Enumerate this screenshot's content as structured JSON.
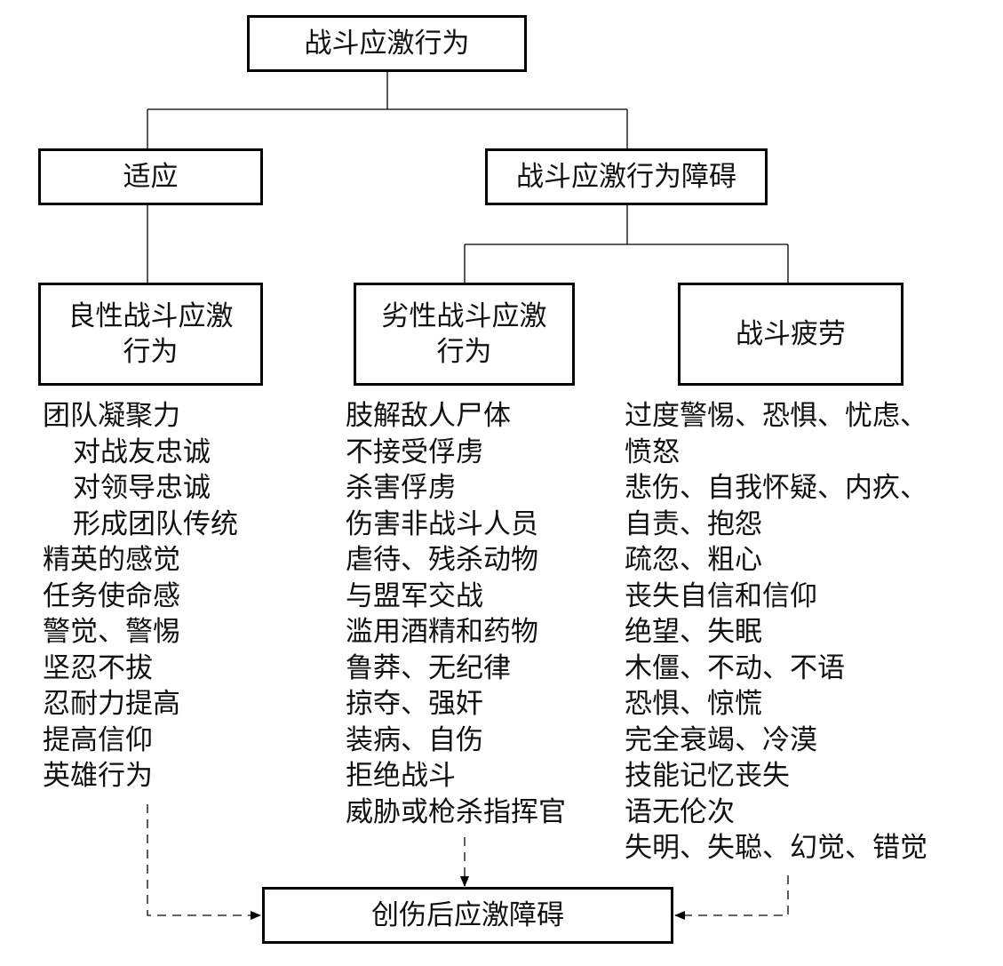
{
  "diagram": {
    "root": {
      "label": "战斗应激行为"
    },
    "level2": [
      {
        "id": "adaptation",
        "label": "适应"
      },
      {
        "id": "disorder",
        "label": "战斗应激行为障碍"
      }
    ],
    "level3": [
      {
        "id": "benign",
        "label": "良性战斗应激\n行为"
      },
      {
        "id": "malignant",
        "label": "劣性战斗应激\n行为"
      },
      {
        "id": "fatigue",
        "label": "战斗疲劳"
      }
    ],
    "lists": {
      "benign": [
        {
          "text": "团队凝聚力",
          "indent": false
        },
        {
          "text": "对战友忠诚",
          "indent": true
        },
        {
          "text": "对领导忠诚",
          "indent": true
        },
        {
          "text": "形成团队传统",
          "indent": true
        },
        {
          "text": "精英的感觉",
          "indent": false
        },
        {
          "text": "任务使命感",
          "indent": false
        },
        {
          "text": "警觉、警惕",
          "indent": false
        },
        {
          "text": "坚忍不拔",
          "indent": false
        },
        {
          "text": "忍耐力提高",
          "indent": false
        },
        {
          "text": "提高信仰",
          "indent": false
        },
        {
          "text": "英雄行为",
          "indent": false
        }
      ],
      "malignant": [
        {
          "text": "肢解敌人尸体"
        },
        {
          "text": "不接受俘虏"
        },
        {
          "text": "杀害俘虏"
        },
        {
          "text": "伤害非战斗人员"
        },
        {
          "text": "虐待、残杀动物"
        },
        {
          "text": "与盟军交战"
        },
        {
          "text": "滥用酒精和药物"
        },
        {
          "text": "鲁莽、无纪律"
        },
        {
          "text": "掠夺、强奸"
        },
        {
          "text": "装病、自伤"
        },
        {
          "text": "拒绝战斗"
        },
        {
          "text": "威胁或枪杀指挥官"
        }
      ],
      "fatigue": [
        {
          "text": "过度警惕、恐惧、忧虑、"
        },
        {
          "text": "愤怒"
        },
        {
          "text": "悲伤、自我怀疑、内疚、"
        },
        {
          "text": "自责、抱怨"
        },
        {
          "text": "疏忽、粗心"
        },
        {
          "text": "丧失自信和信仰"
        },
        {
          "text": "绝望、失眠"
        },
        {
          "text": "木僵、不动、不语"
        },
        {
          "text": "恐惧、惊慌"
        },
        {
          "text": "完全衰竭、冷漠"
        },
        {
          "text": "技能记忆丧失"
        },
        {
          "text": "语无伦次"
        },
        {
          "text": "失明、失聪、幻觉、错觉"
        }
      ]
    },
    "outcome": {
      "label": "创伤后应激障碍"
    },
    "colors": {
      "line": "#000000",
      "dashed": "#333333",
      "background": "#ffffff"
    }
  }
}
